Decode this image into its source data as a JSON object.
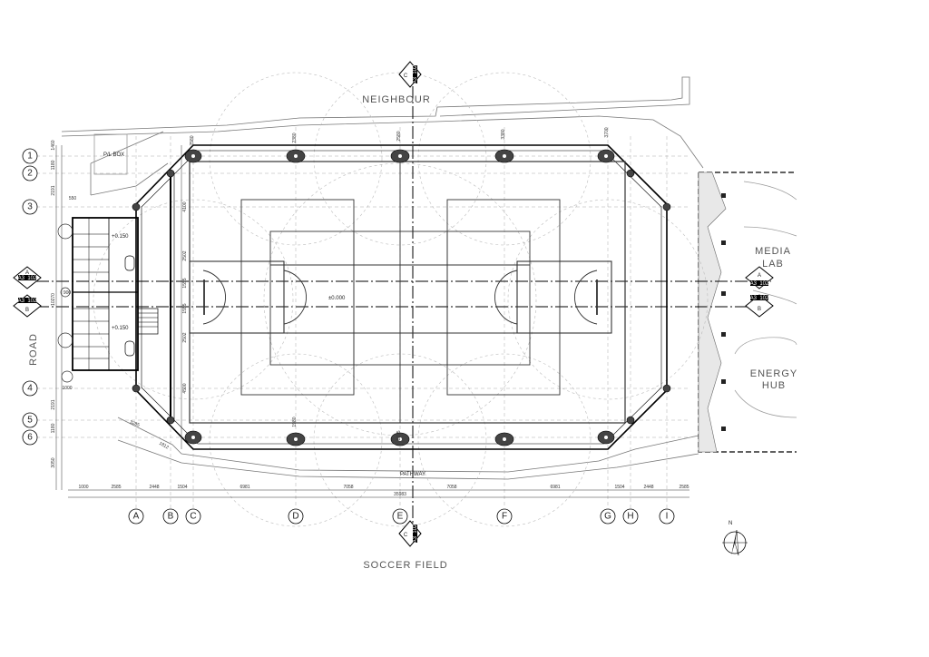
{
  "labels": {
    "neighbour": "NEIGHBOUR",
    "road": "ROAD",
    "soccer_field": "SOCCER FIELD",
    "pathway": "PATHWAY",
    "media_lab_1": "MEDIA",
    "media_lab_2": "LAB",
    "energy_hub_1": "ENERGY",
    "energy_hub_2": "HUB",
    "pl_box": "P/L BOX",
    "level_court": "±0.000",
    "level_upper": "+0.150",
    "level_lower": "+0.150",
    "north": "N"
  },
  "grid": {
    "columns": [
      "A",
      "B",
      "C",
      "D",
      "E",
      "F",
      "G",
      "H",
      "I"
    ],
    "rows": [
      "1",
      "2",
      "3",
      "4",
      "5",
      "6"
    ]
  },
  "section_markers": {
    "left_a_letter": "A",
    "left_a_ref": "A3_102",
    "left_b_letter": "B",
    "left_b_ref": "A3_102",
    "right_a_letter": "A",
    "right_a_ref": "A3_102",
    "right_b_letter": "B",
    "right_b_ref": "A3_102",
    "top_letter": "C",
    "top_ref": "A3_102",
    "bottom_letter": "C",
    "bottom_ref": "A3_102"
  },
  "dimensions": {
    "bottom": [
      "1000",
      "2585",
      "2448",
      "1504",
      "6981",
      "7058",
      "7058",
      "6981",
      "1504",
      "2448",
      "2585"
    ],
    "total": "35983",
    "top": [
      "2580",
      "2380",
      "2580",
      "3380",
      "3700"
    ],
    "left": [
      "1460",
      "1180",
      "2191",
      "10270",
      "2191",
      "1180",
      "3050"
    ],
    "left_inner": [
      "4100",
      "2502",
      "1555",
      "1555",
      "2502",
      "4500"
    ],
    "misc": [
      "550",
      "3285",
      "1812",
      "900",
      "1000",
      "1980",
      "1275"
    ]
  }
}
